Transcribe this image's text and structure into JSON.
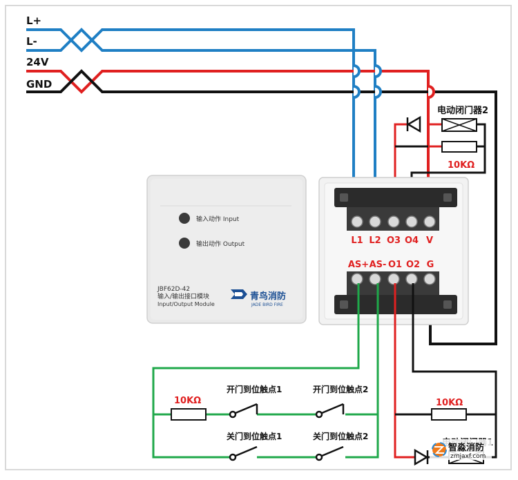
{
  "bus_labels": [
    "L+",
    "L-",
    "24V",
    "GND"
  ],
  "module": {
    "led_input_label": "输入动作 Input",
    "led_output_label": "输出动作 Output",
    "model": "JBF62D-42",
    "name_cn": "输入/输出接口模块",
    "name_en": "Input/Output Module",
    "brand_cn": "青鸟消防",
    "brand_en": "JADE BIRD FIRE"
  },
  "terminals_top": [
    "L1",
    "L2",
    "O3",
    "O4",
    "V"
  ],
  "terminals_bottom": [
    "AS+",
    "AS-",
    "O1",
    "O2",
    "G"
  ],
  "devices": {
    "closer_top_label": "电动闭门器2",
    "closer_bottom_label": "电动闭门器1",
    "resistor_label": "10KΩ"
  },
  "contacts": {
    "open1": "开门到位触点1",
    "open2": "开门到位触点2",
    "close1": "关门到位触点1",
    "close2": "关门到位触点2"
  },
  "watermark": {
    "text_cn": "智淼消防",
    "text_en": "zmjaxf.com"
  },
  "colors": {
    "blue": "#1f7fc4",
    "red": "#e02020",
    "black": "#111111",
    "green": "#1fa84a"
  }
}
